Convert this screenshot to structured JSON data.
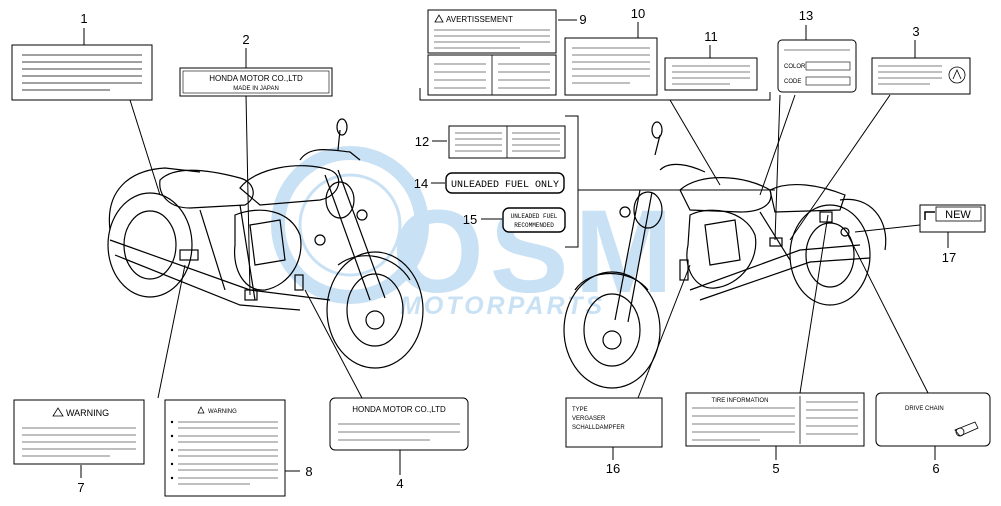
{
  "watermark": {
    "logo": "OSM",
    "sub": "MOTORPARTS",
    "color": "#9ec9ec"
  },
  "callouts": {
    "n1": "1",
    "n2": "2",
    "n3": "3",
    "n4": "4",
    "n5": "5",
    "n6": "6",
    "n7": "7",
    "n8": "8",
    "n9": "9",
    "n10": "10",
    "n11": "11",
    "n12": "12",
    "n13": "13",
    "n14": "14",
    "n15": "15",
    "n16": "16",
    "n17": "17"
  },
  "labels": {
    "honda_line1": "HONDA MOTOR CO.,LTD",
    "honda_line2": "MADE IN JAPAN",
    "avertissement": "AVERTISSEMENT",
    "color": "COLOR",
    "code": "CODE",
    "unleaded_only": "UNLEADED FUEL ONLY",
    "unleaded_rec_1": "UNLEADED FUEL",
    "unleaded_rec_2": "RECOMMENDED",
    "warning7": "WARNING",
    "warning8": "WARNING",
    "honda4": "HONDA MOTOR CO.,LTD",
    "type": "TYPE",
    "vergaser": "VERGASER",
    "schall": "SCHALLDAMPFER",
    "tire_info": "TIRE INFORMATION",
    "drive_chain": "DRIVE CHAIN",
    "new": "NEW"
  }
}
